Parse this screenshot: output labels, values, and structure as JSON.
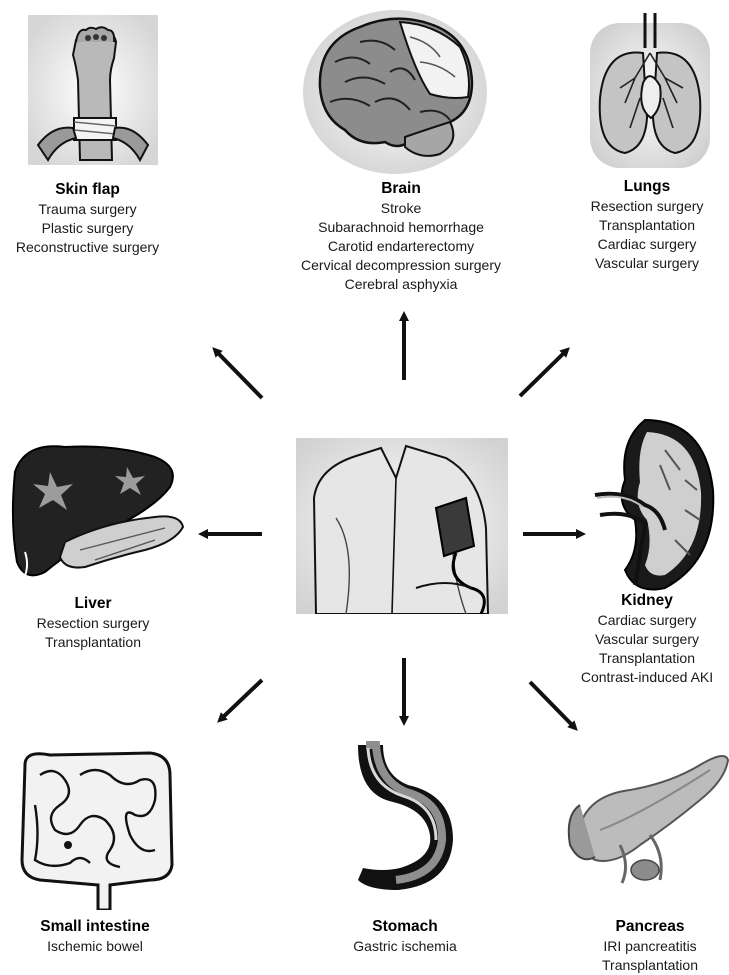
{
  "organs": {
    "skin_flap": {
      "title": "Skin flap",
      "items": [
        "Trauma surgery",
        "Plastic surgery",
        "Reconstructive surgery"
      ],
      "icon": "hand-tourniquet-icon"
    },
    "brain": {
      "title": "Brain",
      "items": [
        "Stroke",
        "Subarachnoid hemorrhage",
        "Carotid endarterectomy",
        "Cervical decompression surgery",
        "Cerebral asphyxia"
      ],
      "icon": "brain-icon"
    },
    "lungs": {
      "title": "Lungs",
      "items": [
        "Resection surgery",
        "Transplantation",
        "Cardiac surgery",
        "Vascular surgery"
      ],
      "icon": "lungs-icon"
    },
    "liver": {
      "title": "Liver",
      "items": [
        "Resection surgery",
        "Transplantation"
      ],
      "icon": "liver-icon"
    },
    "kidney": {
      "title": "Kidney",
      "items": [
        "Cardiac surgery",
        "Vascular surgery",
        "Transplantation",
        "Contrast-induced AKI"
      ],
      "icon": "kidney-icon"
    },
    "small_intestine": {
      "title": "Small intestine",
      "items": [
        "Ischemic bowel"
      ],
      "icon": "intestine-icon"
    },
    "stomach": {
      "title": "Stomach",
      "items": [
        "Gastric ischemia"
      ],
      "icon": "stomach-icon"
    },
    "pancreas": {
      "title": "Pancreas",
      "items": [
        "IRI pancreatitis",
        "Transplantation"
      ],
      "icon": "pancreas-icon"
    }
  },
  "center": {
    "icon": "blood-pressure-cuff-icon"
  },
  "colors": {
    "ink": "#111111",
    "shade": "#9a9a9a",
    "light": "#d9d9d9"
  }
}
